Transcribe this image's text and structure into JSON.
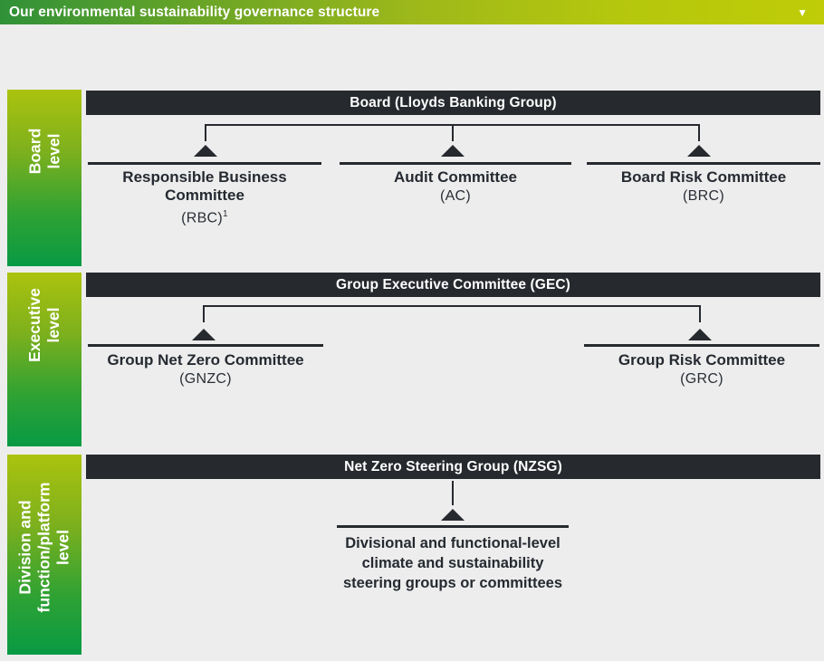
{
  "header": {
    "title": "Our environmental sustainability governance structure",
    "caret_icon": "▼"
  },
  "colors": {
    "page_bg": "#ededed",
    "header_gradient_left": "#2f9138",
    "header_gradient_right": "#bfcc07",
    "label_gradient_top": "#abc30e",
    "label_gradient_bottom": "#089a44",
    "bar_bg": "#26292d",
    "line_color": "#26292e",
    "text_dark": "#252a31",
    "text_white": "#ffffff"
  },
  "sections": [
    {
      "level_label": "Board\nlevel",
      "bar_title": "Board (Lloyds Banking Group)",
      "committees": [
        {
          "name": "Responsible Business\nCommittee",
          "abbr": "(RBC)",
          "footnote": "1"
        },
        {
          "name": "Audit Committee",
          "abbr": "(AC)"
        },
        {
          "name": "Board Risk Committee",
          "abbr": "(BRC)"
        }
      ]
    },
    {
      "level_label": "Executive\nlevel",
      "bar_title": "Group Executive Committee (GEC)",
      "committees": [
        {
          "name": "Group Net Zero Committee",
          "abbr": "(GNZC)"
        },
        {
          "name": "Group Risk Committee",
          "abbr": "(GRC)"
        }
      ]
    },
    {
      "level_label": "Division and\nfunction/platform\nlevel",
      "bar_title": "Net Zero Steering Group (NZSG)",
      "committees": [
        {
          "name": "Divisional and functional-level\nclimate and sustainability\nsteering groups or committees"
        }
      ]
    }
  ]
}
